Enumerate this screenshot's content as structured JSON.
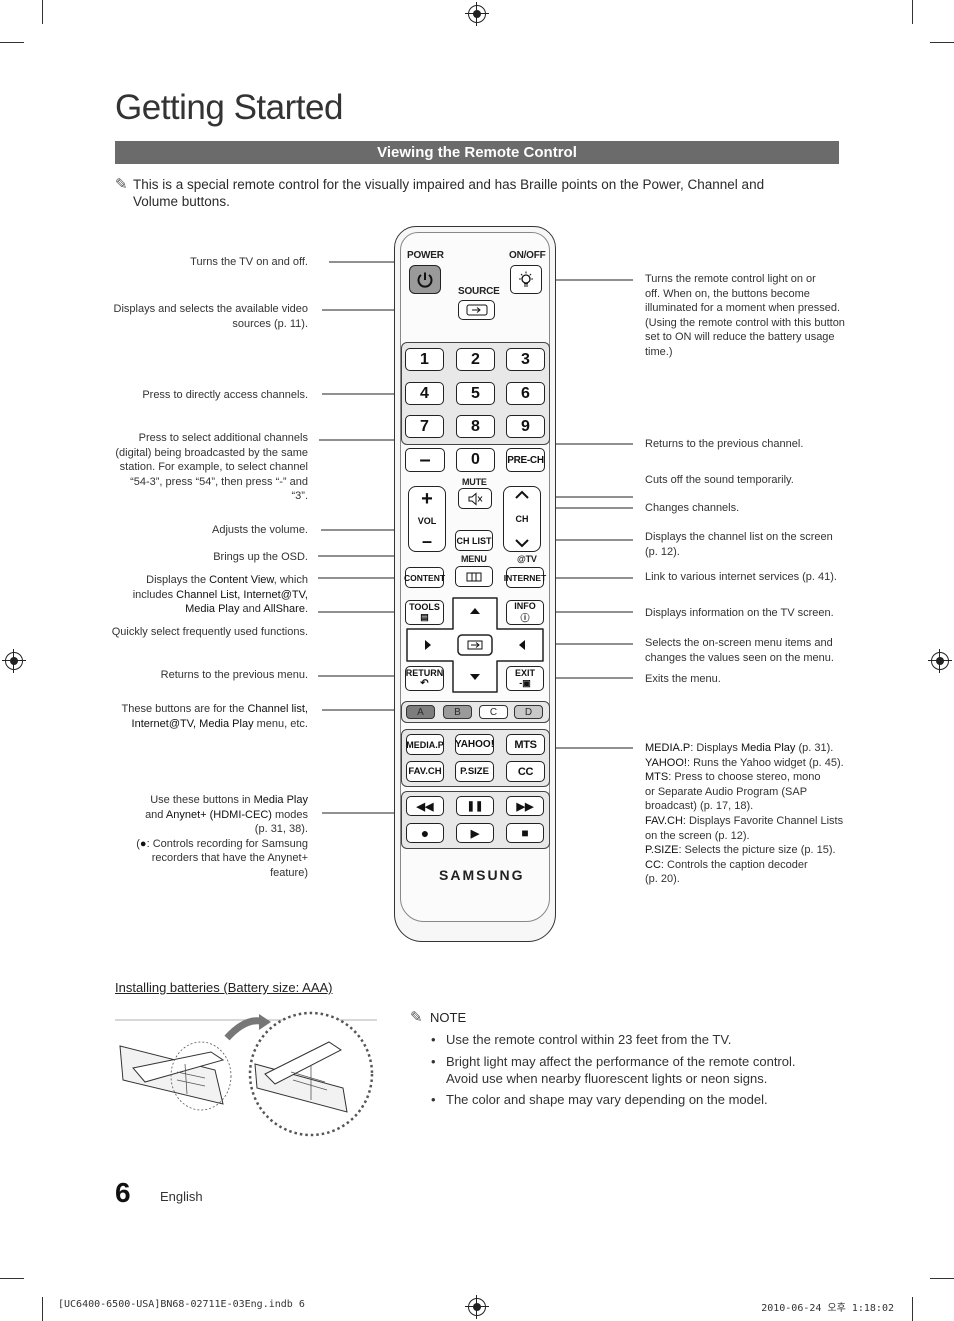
{
  "page": {
    "title": "Getting Started",
    "section_heading": "Viewing the Remote Control",
    "intro": "This is a special remote control for the visually impaired and has Braille points on the Power, Channel and Volume buttons.",
    "page_number": "6",
    "language": "English",
    "footer_left": "[UC6400-6500-USA]BN68-02711E-03Eng.indb   6",
    "footer_right": "2010-06-24   오후 1:18:02"
  },
  "left_callouts": [
    {
      "html": "Turns the TV on and off."
    },
    {
      "html": "Displays and selects the available video<br>sources (p. 11)."
    },
    {
      "html": "Press to directly access channels."
    },
    {
      "html": "Press to select additional channels<br>(digital) being broadcasted by the same<br>station. For example, to select channel<br>“54-3”, press “54”, then press “-” and<br>“3”."
    },
    {
      "html": "Adjusts the volume."
    },
    {
      "html": "Brings up the OSD."
    },
    {
      "html": "Displays the <b>Content View</b>, which<br>includes <b>Channel List, Internet@TV,</b><br><b>Media Play</b> and <b>AllShare</b>."
    },
    {
      "html": "Quickly select frequently used functions."
    },
    {
      "html": "Returns to the previous menu."
    },
    {
      "html": "These buttons are for the <b>Channel list,</b><br><b>Internet@TV, Media Play</b> menu, etc."
    },
    {
      "html": "Use these buttons in <b>Media Play</b><br>and <b>Anynet+ (HDMI-CEC)</b> modes<br>(p. 31, 38).<br>(<b>●</b>: Controls recording for Samsung<br>recorders that have the Anynet+<br>feature)"
    }
  ],
  "right_callouts": [
    {
      "html": "Turns the remote control light on or<br>off. When on, the buttons become<br>illuminated for a moment when pressed.<br>(Using the remote control with this button<br>set to ON will reduce the battery usage<br>time.)"
    },
    {
      "html": "Returns to the previous channel."
    },
    {
      "html": "Cuts off the sound temporarily."
    },
    {
      "html": "Changes channels."
    },
    {
      "html": "Displays the channel list on the screen<br>(p. 12)."
    },
    {
      "html": "Link to various internet services (p. 41)."
    },
    {
      "html": "Displays information on the TV screen."
    },
    {
      "html": "Selects the on-screen menu items and<br>changes the values seen on the menu."
    },
    {
      "html": "Exits the menu."
    },
    {
      "html": "<b>MEDIA.P</b>: Displays <b>Media Play</b> (p. 31).<br><b>YAHOO!</b>: Runs the Yahoo widget (p. 45).<br><b>MTS</b>: Press to choose stereo, mono<br>or Separate Audio Program (SAP<br>broadcast) (p. 17, 18).<br><b>FAV.CH</b>: Displays Favorite Channel Lists<br>on the screen (p. 12).<br><b>P.SIZE</b>: Selects the picture size (p. 15).<br><b>CC</b>: Controls the caption decoder<br>(p. 20)."
    }
  ],
  "remote": {
    "power": "POWER",
    "onoff": "ON/OFF",
    "source": "SOURCE",
    "digits": [
      "1",
      "2",
      "3",
      "4",
      "5",
      "6",
      "7",
      "8",
      "9"
    ],
    "dash": "–",
    "zero": "0",
    "prech": "PRE-CH",
    "mute": "MUTE",
    "vol": "VOL",
    "ch": "CH",
    "chlist": "CH LIST",
    "menu": "MENU",
    "attv": "@TV",
    "content": "CONTENT",
    "internet": "INTERNET",
    "tools": "TOOLS",
    "info": "INFO",
    "return": "RETURN",
    "exit": "EXIT",
    "colors": [
      "A",
      "B",
      "C",
      "D"
    ],
    "mediap": "MEDIA.P",
    "yahoo": "YAHOO!",
    "mts": "MTS",
    "favch": "FAV.CH",
    "psize": "P.SIZE",
    "cc": "CC",
    "brand": "SAMSUNG"
  },
  "batteries": {
    "title": "Installing batteries (Battery size: AAA)",
    "note_title": "NOTE",
    "notes": [
      "Use the remote control within 23 feet from the TV.",
      "Bright light may affect the performance of the remote control. Avoid use when nearby fluorescent lights or neon signs.",
      "The color and shape may vary depending on the model."
    ]
  }
}
